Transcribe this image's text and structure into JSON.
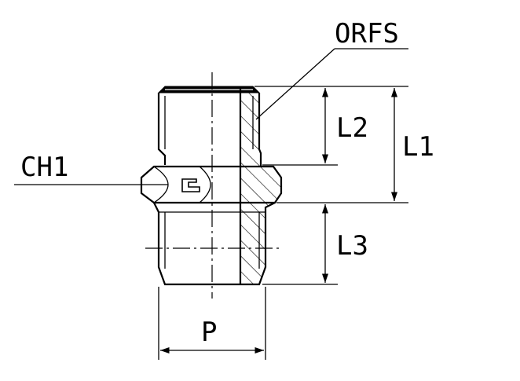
{
  "labels": {
    "orfs": "ORFS",
    "ch1": "CH1",
    "l1": "L1",
    "l2": "L2",
    "l3": "L3",
    "p": "P"
  }
}
